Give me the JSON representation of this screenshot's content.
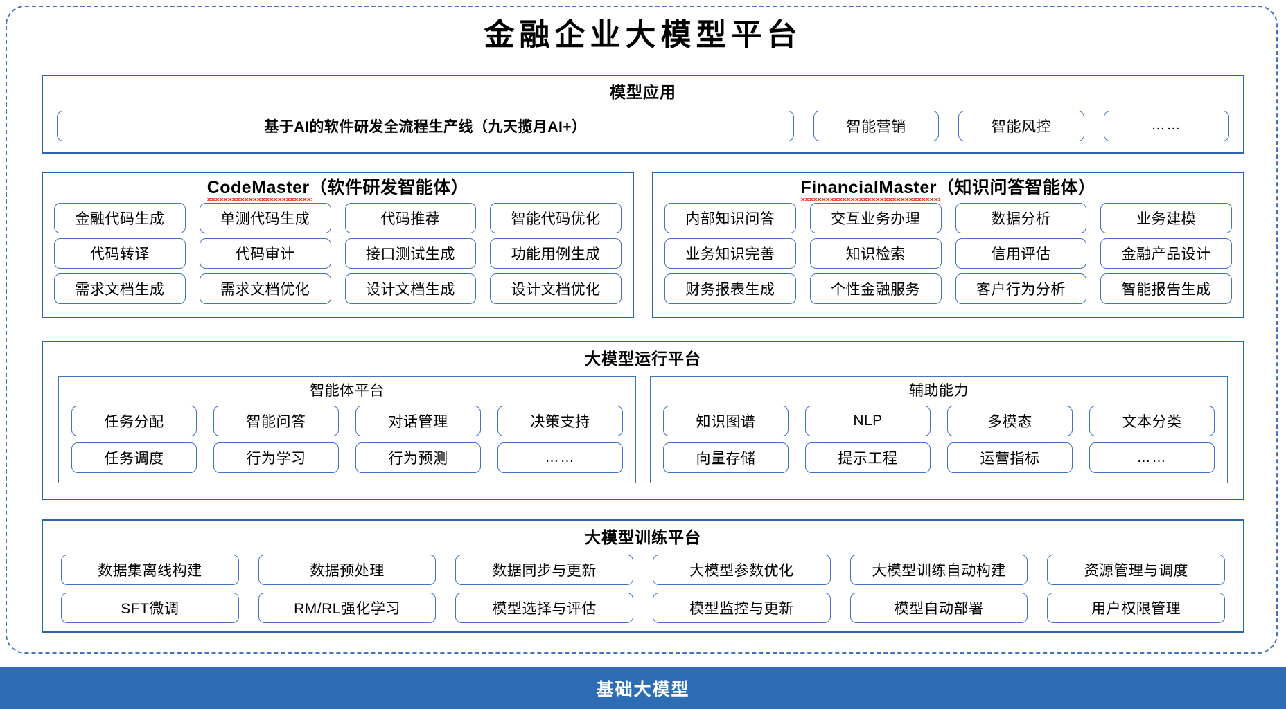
{
  "colors": {
    "accent_blue": "#4472C4",
    "section_border": "#2E64A8",
    "base_bar_bg": "#2E6DB4",
    "spellcheck_red": "#E8432E",
    "text": "#000000",
    "base_bar_text": "#FFFFFF"
  },
  "platform": {
    "title": "金融企业大模型平台"
  },
  "model_application": {
    "title": "模型应用",
    "items": [
      "基于AI的软件研发全流程生产线（九天揽月AI+）",
      "智能营销",
      "智能风控",
      "……"
    ]
  },
  "agents": [
    {
      "name": "CodeMaster",
      "subtitle": "（软件研发智能体）",
      "spellcheck_underline": true,
      "rows": [
        [
          "金融代码生成",
          "单测代码生成",
          "代码推荐",
          "智能代码优化"
        ],
        [
          "代码转译",
          "代码审计",
          "接口测试生成",
          "功能用例生成"
        ],
        [
          "需求文档生成",
          "需求文档优化",
          "设计文档生成",
          "设计文档优化"
        ]
      ]
    },
    {
      "name": "FinancialMaster",
      "subtitle": "（知识问答智能体）",
      "spellcheck_underline": true,
      "rows": [
        [
          "内部知识问答",
          "交互业务办理",
          "数据分析",
          "业务建模"
        ],
        [
          "业务知识完善",
          "知识检索",
          "信用评估",
          "金融产品设计"
        ],
        [
          "财务报表生成",
          "个性金融服务",
          "客户行为分析",
          "智能报告生成"
        ]
      ]
    }
  ],
  "runtime_platform": {
    "title": "大模型运行平台",
    "groups": [
      {
        "title": "智能体平台",
        "rows": [
          [
            "任务分配",
            "智能问答",
            "对话管理",
            "决策支持"
          ],
          [
            "任务调度",
            "行为学习",
            "行为预测",
            "……"
          ]
        ]
      },
      {
        "title": "辅助能力",
        "rows": [
          [
            "知识图谱",
            "NLP",
            "多模态",
            "文本分类"
          ],
          [
            "向量存储",
            "提示工程",
            "运营指标",
            "……"
          ]
        ]
      }
    ]
  },
  "training_platform": {
    "title": "大模型训练平台",
    "rows": [
      [
        "数据集离线构建",
        "数据预处理",
        "数据同步与更新",
        "大模型参数优化",
        "大模型训练自动构建",
        "资源管理与调度"
      ],
      [
        "SFT微调",
        "RM/RL强化学习",
        "模型选择与评估",
        "模型监控与更新",
        "模型自动部署",
        "用户权限管理"
      ]
    ]
  },
  "base_model": {
    "label": "基础大模型"
  }
}
